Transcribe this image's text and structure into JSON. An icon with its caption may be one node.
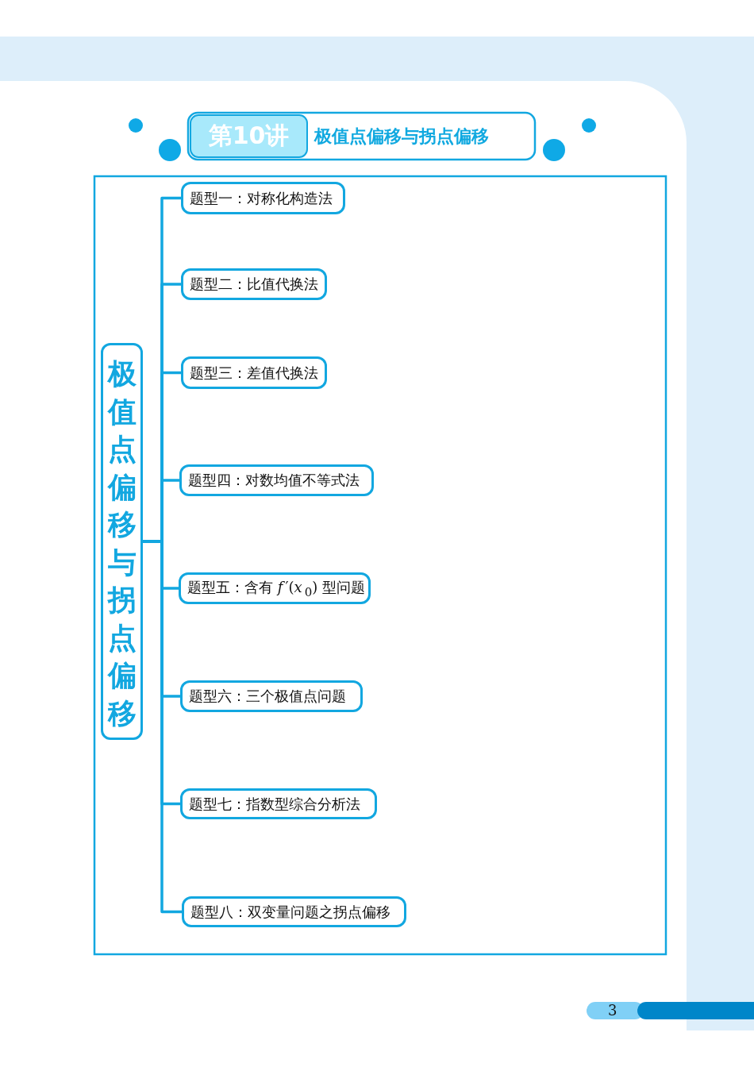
{
  "diagram": {
    "title": "极值点偏移与拐点偏移",
    "nodes": [
      {
        "text": [
          "极值点偏移与拐点偏移"
        ]
      },
      {
        "text": [
          "题型一：对称化构造法"
        ]
      },
      {
        "text": [
          "题型二：比值代换法"
        ]
      },
      {
        "text": [
          "题型三：差值代换法"
        ]
      },
      {
        "text": [
          "题型四：对数均值不等式法"
        ]
      },
      {
        "text": [
          "题型五：含有 *f*′(*x*$_{0}$) 型问题"
        ]
      },
      {
        "text": [
          "题型六：三个极值点问题"
        ]
      },
      {
        "text": [
          "题型七：指数型综合分析法"
        ]
      },
      {
        "text": [
          "题型八：双变量问题之拐点偏移"
        ]
      }
    ],
    "edges": [
      {
        "from": 0,
        "to": 1,
        "arrow": "none"
      },
      {
        "from": 0,
        "to": 2,
        "arrow": "none"
      },
      {
        "from": 0,
        "to": 3,
        "arrow": "none"
      },
      {
        "from": 0,
        "to": 4,
        "arrow": "none"
      },
      {
        "from": 0,
        "to": 5,
        "arrow": "none"
      },
      {
        "from": 0,
        "to": 6,
        "arrow": "none"
      },
      {
        "from": 0,
        "to": 7,
        "arrow": "none"
      },
      {
        "from": 0,
        "to": 8,
        "arrow": "none"
      }
    ],
    "labels": [
      "第10讲",
      "3"
    ]
  }
}
